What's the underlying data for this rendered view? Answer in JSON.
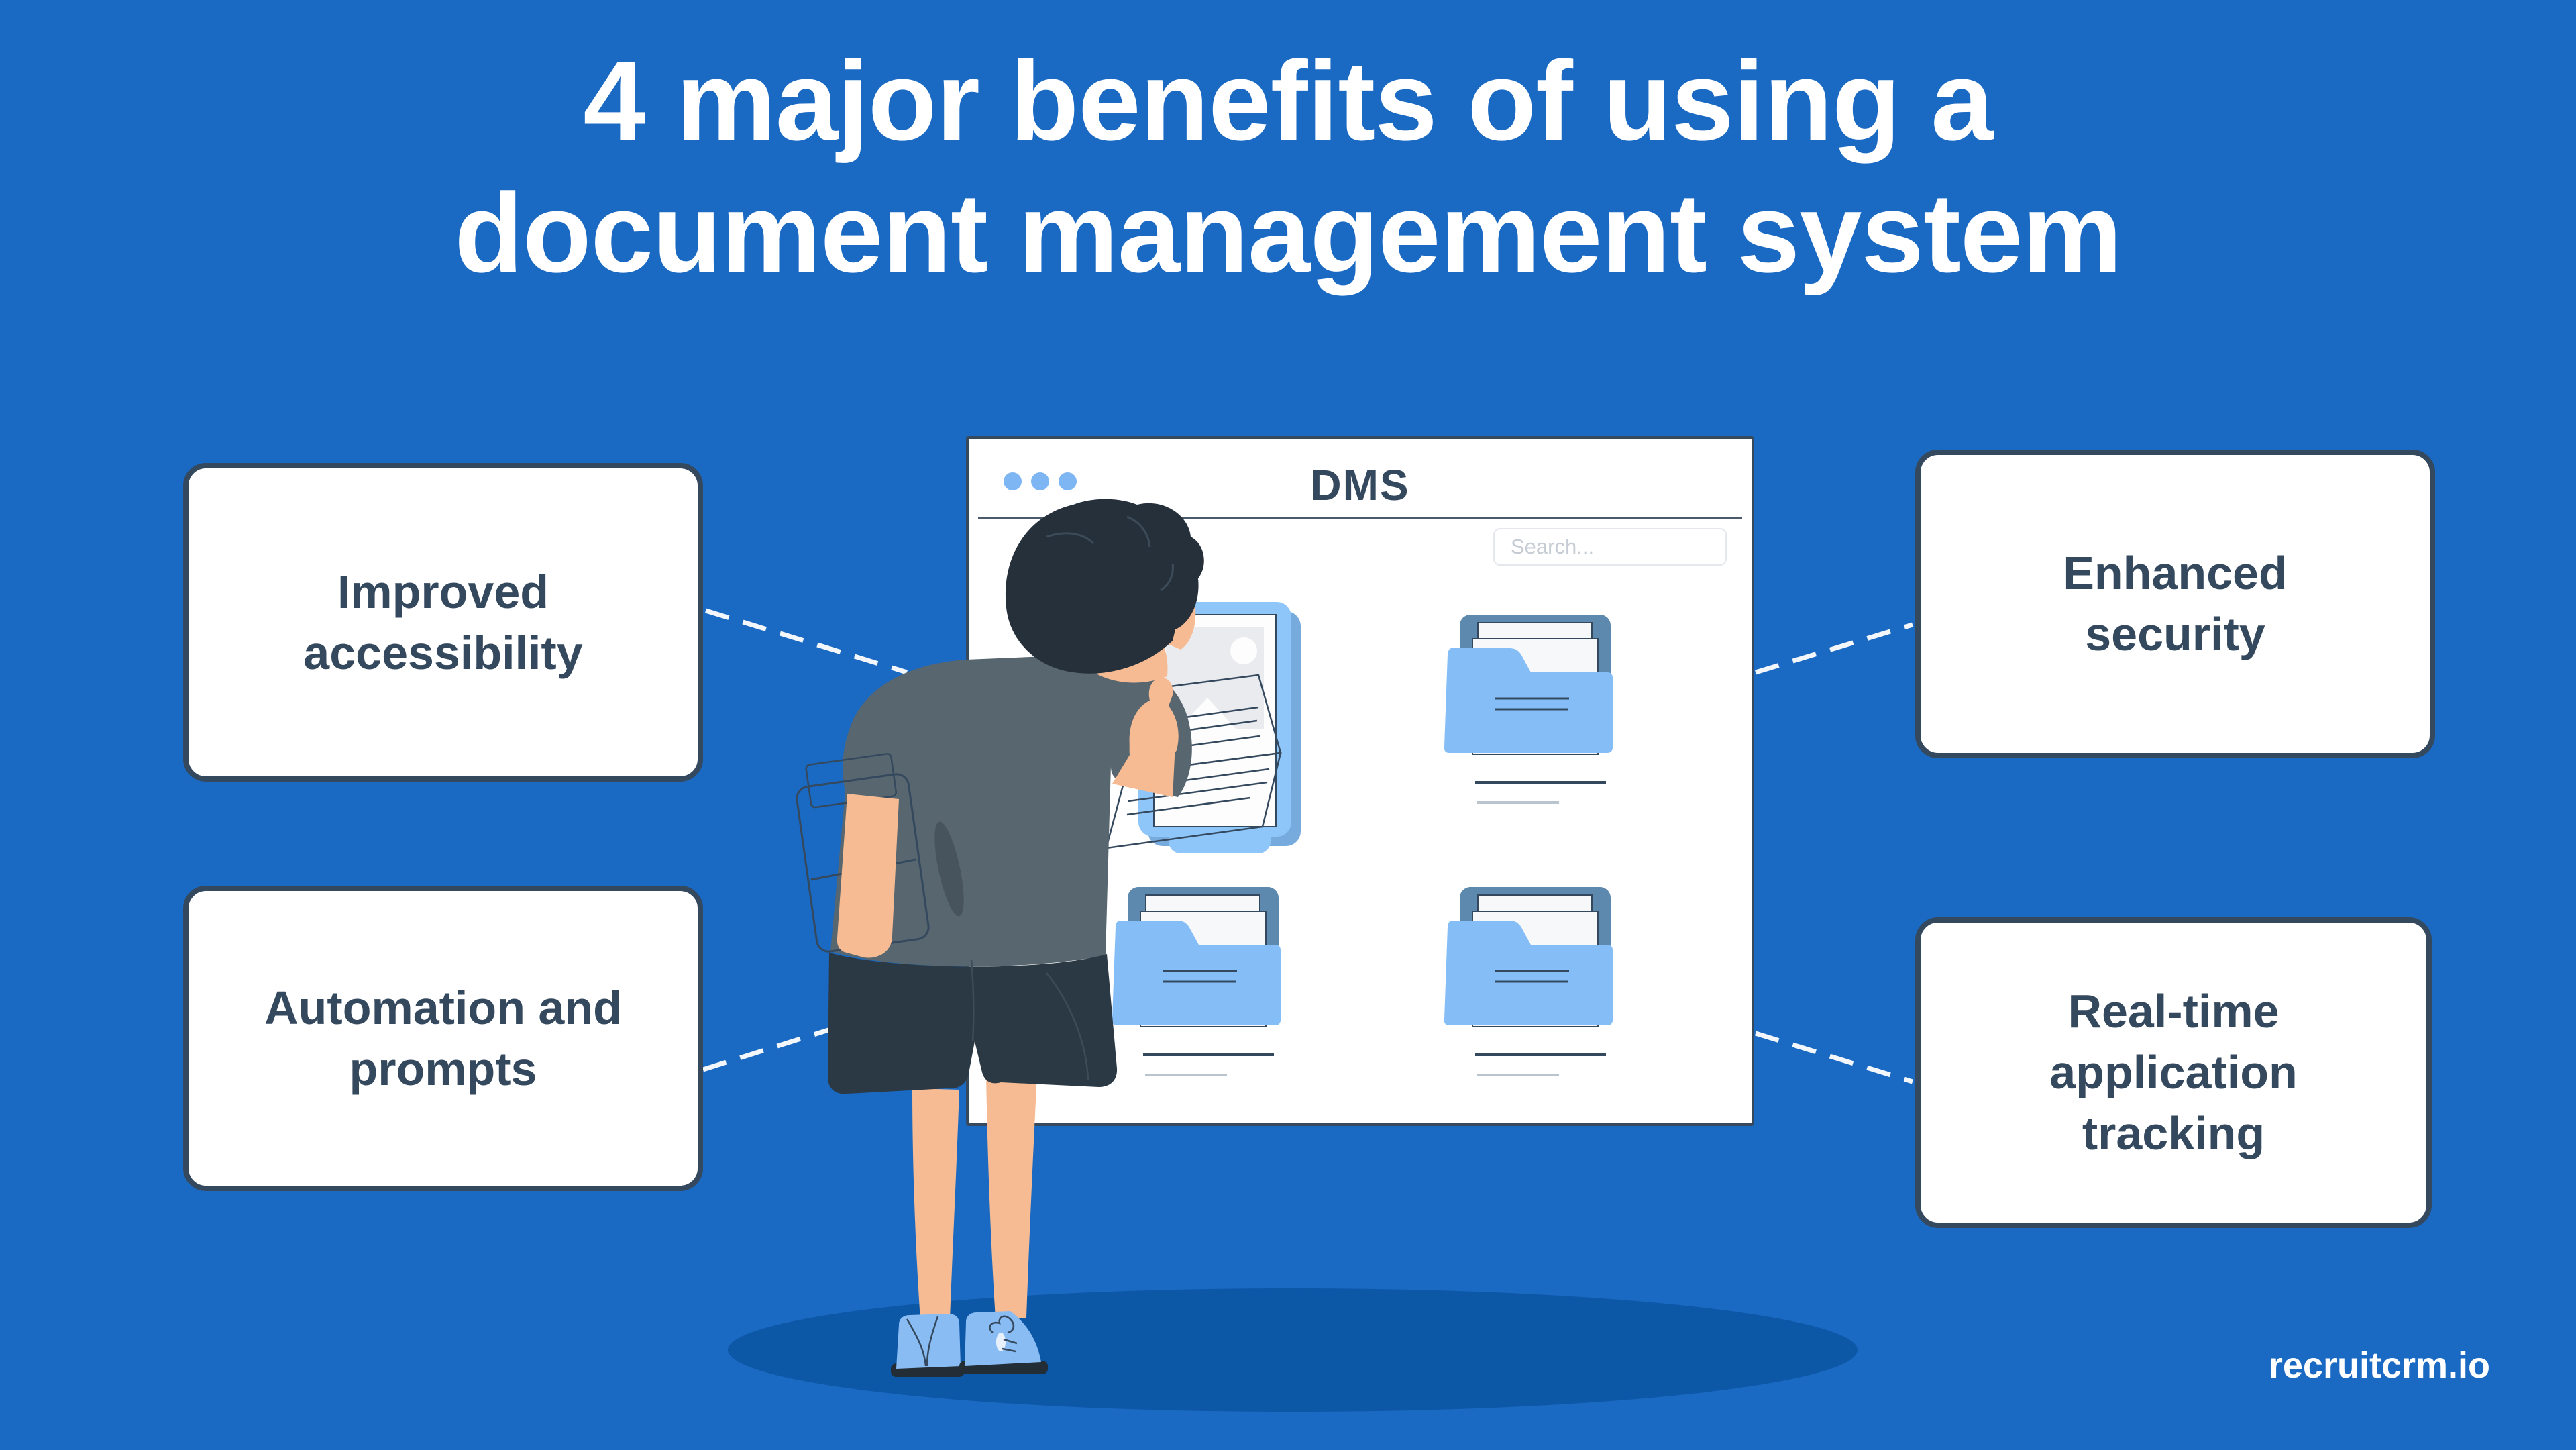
{
  "title": {
    "text": "4 major benefits of using a\ndocument management system"
  },
  "cards": [
    {
      "id": "improved-accessibility",
      "label": "Improved\naccessibility"
    },
    {
      "id": "enhanced-security",
      "label": "Enhanced\nsecurity"
    },
    {
      "id": "automation-and-prompts",
      "label": "Automation and\nprompts"
    },
    {
      "id": "real-time-application-tracking",
      "label": "Real-time\napplication\ntracking"
    }
  ],
  "dms_window": {
    "title": "DMS",
    "search_placeholder": "Search...",
    "window_dots_count": 3
  },
  "footer": {
    "brand": "recruitcrm.io"
  },
  "colors": {
    "background": "#1a69c3",
    "ground_shadow": "#0d57a7",
    "title_text": "#ffffff",
    "card_bg": "#ffffff",
    "card_border": "#35495e",
    "card_text": "#35495e",
    "window_bg": "#ffffff",
    "window_border": "#37495c",
    "dot": "#7db6f3",
    "ink": "#35495e",
    "connector": "#ffffff",
    "accent_light_blue": "#8ec6fa",
    "folder_front": "#85bef7",
    "folder_back": "#5d89ae",
    "skin": "#f6bb92",
    "shirt": "#57666f",
    "shorts": "#2b3944",
    "hair": "#25303b",
    "shoe": "#8abcf4",
    "shoe_sole": "#222d36"
  }
}
